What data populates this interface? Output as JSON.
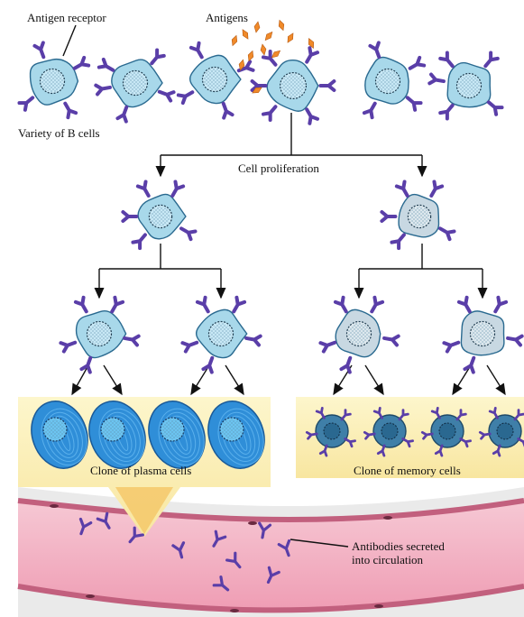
{
  "labels": {
    "antigen_receptor": "Antigen receptor",
    "antigens": "Antigens",
    "variety_b_cells": "Variety of B cells",
    "cell_proliferation": "Cell proliferation",
    "clone_plasma": "Clone of plasma cells",
    "clone_memory": "Clone of memory cells",
    "antibodies_line1": "Antibodies secreted",
    "antibodies_line2": "into circulation"
  },
  "colors": {
    "b_cell": "#a8d8ea",
    "b_cell_outline": "#2a6a90",
    "nucleus": "#c8e8f5",
    "receptor": "#5a3ea8",
    "antigen": "#f08a2a",
    "memory_cell": "#c8d8e2",
    "plasma_cell": "#2f8ed8",
    "plasma_panel": "#fbf0b8",
    "memory_panel": "#fbf0b8",
    "vessel": "#f2b8c8",
    "vessel_wall": "#c2607e",
    "memory_small": "#3f7fa8"
  }
}
